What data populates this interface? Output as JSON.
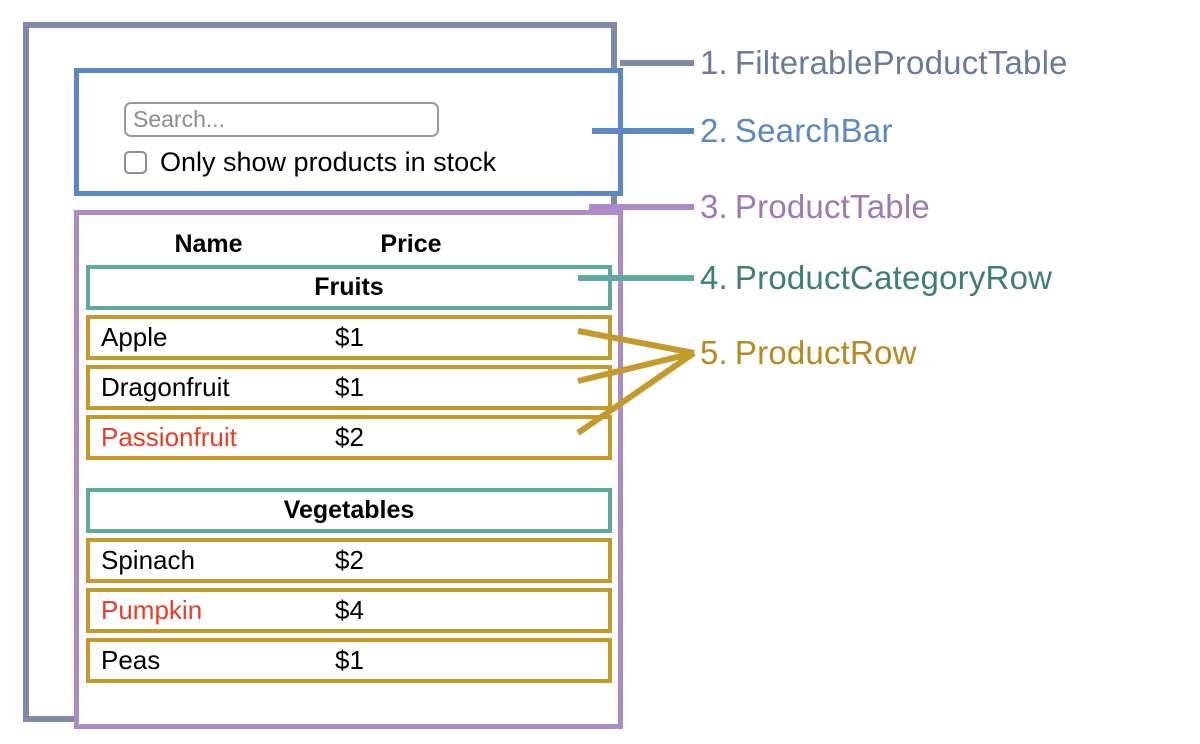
{
  "diagram": {
    "title": "React component hierarchy wireframe",
    "colors": {
      "outer_box_border": "#7f8aa6",
      "searchbar_border": "#5b88c4",
      "producttable_border": "#ab8cc8",
      "categoryrow_border": "#5fa99e",
      "productrow_border": "#c49a2a",
      "out_of_stock_text": "#ea3d25"
    }
  },
  "search": {
    "placeholder": "Search...",
    "value": "",
    "checkbox_label": "Only show products in stock",
    "checked": false
  },
  "table": {
    "headers": {
      "name": "Name",
      "price": "Price"
    },
    "groups": [
      {
        "category": "Fruits",
        "rows": [
          {
            "name": "Apple",
            "price": "$1",
            "stocked": true
          },
          {
            "name": "Dragonfruit",
            "price": "$1",
            "stocked": true
          },
          {
            "name": "Passionfruit",
            "price": "$2",
            "stocked": false
          }
        ]
      },
      {
        "category": "Vegetables",
        "rows": [
          {
            "name": "Spinach",
            "price": "$2",
            "stocked": true
          },
          {
            "name": "Pumpkin",
            "price": "$4",
            "stocked": false
          },
          {
            "name": "Peas",
            "price": "$1",
            "stocked": true
          }
        ]
      }
    ]
  },
  "legend": [
    {
      "num": "1.",
      "name": "FilterableProductTable",
      "color": "#6b7a99"
    },
    {
      "num": "2.",
      "name": "SearchBar",
      "color": "#5b88c4"
    },
    {
      "num": "3.",
      "name": "ProductTable",
      "color": "#9b7ab5"
    },
    {
      "num": "4.",
      "name": "ProductCategoryRow",
      "color": "#3e7f72"
    },
    {
      "num": "5.",
      "name": "ProductRow",
      "color": "#b8891f"
    }
  ]
}
